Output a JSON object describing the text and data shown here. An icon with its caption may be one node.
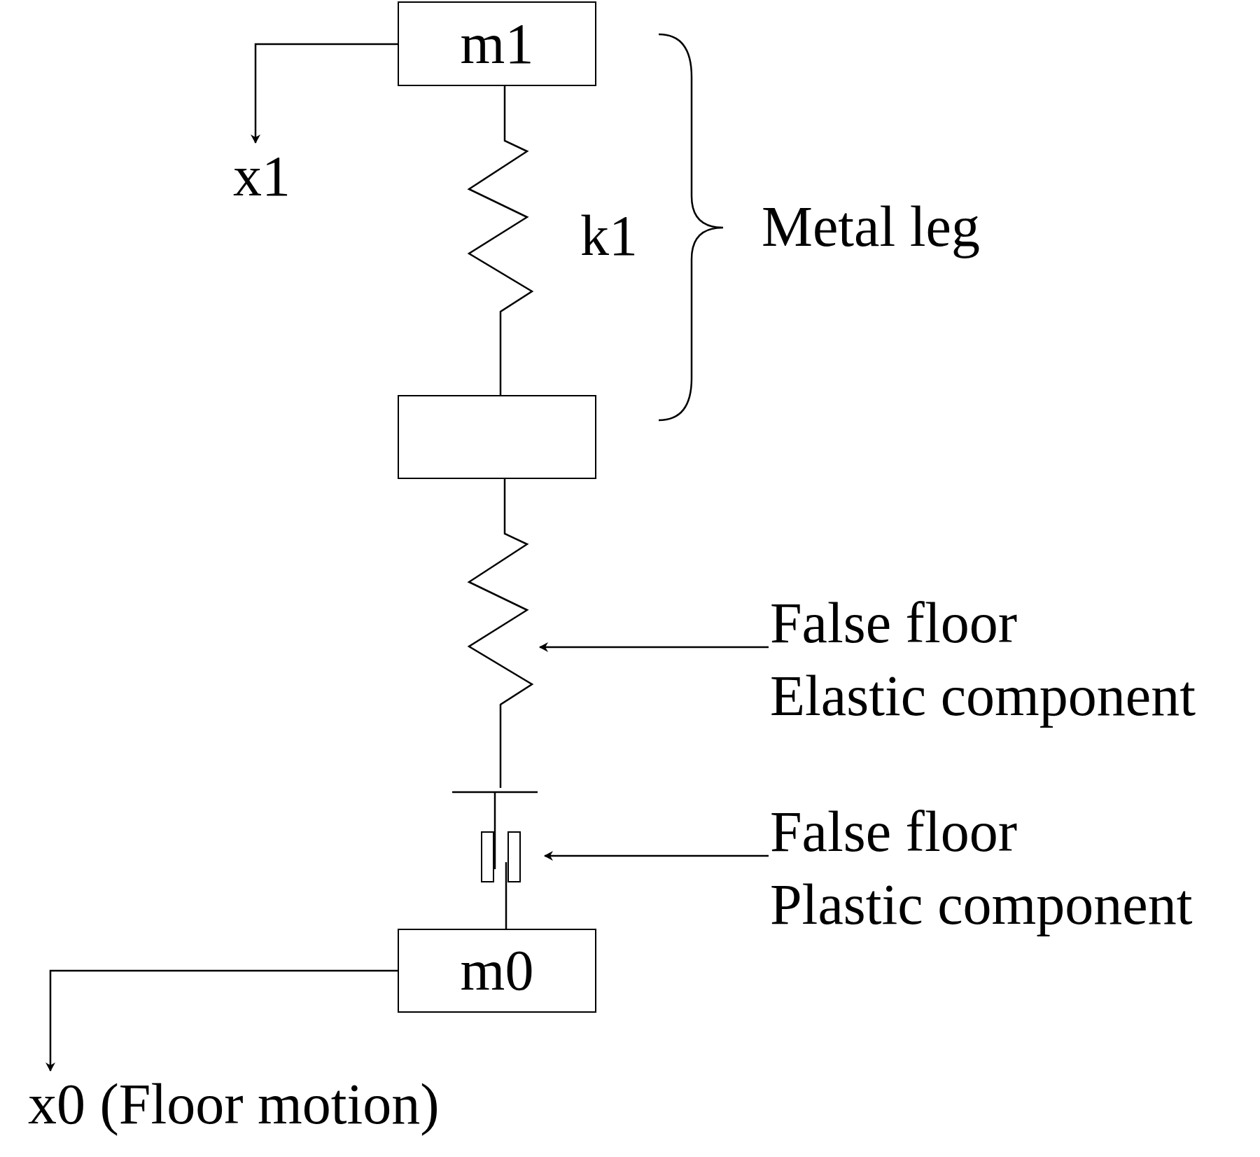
{
  "diagram": {
    "nodes": [
      {
        "text": [
          "m1"
        ]
      },
      {
        "text": [
          "x1"
        ]
      },
      {
        "text": [],
        "shape": "spring",
        "beside": [
          "k1"
        ]
      },
      {
        "text": [],
        "shape": "box"
      },
      {
        "text": [],
        "shape": "spring"
      },
      {
        "text": [
          "False floor",
          "Elastic component"
        ]
      },
      {
        "text": [],
        "shape": "damper"
      },
      {
        "text": [
          "False floor",
          "Plastic component"
        ]
      },
      {
        "text": [
          "m0"
        ]
      },
      {
        "text": [
          "x0 (Floor motion)"
        ]
      }
    ],
    "edges": [
      {
        "from": 0,
        "to": 1,
        "arrow": "to"
      },
      {
        "from": 5,
        "to": 4,
        "arrow": "to"
      },
      {
        "from": 7,
        "to": 6,
        "arrow": "to"
      },
      {
        "from": 8,
        "to": 9,
        "arrow": "to"
      }
    ],
    "labels": [
      "Metal leg"
    ]
  }
}
